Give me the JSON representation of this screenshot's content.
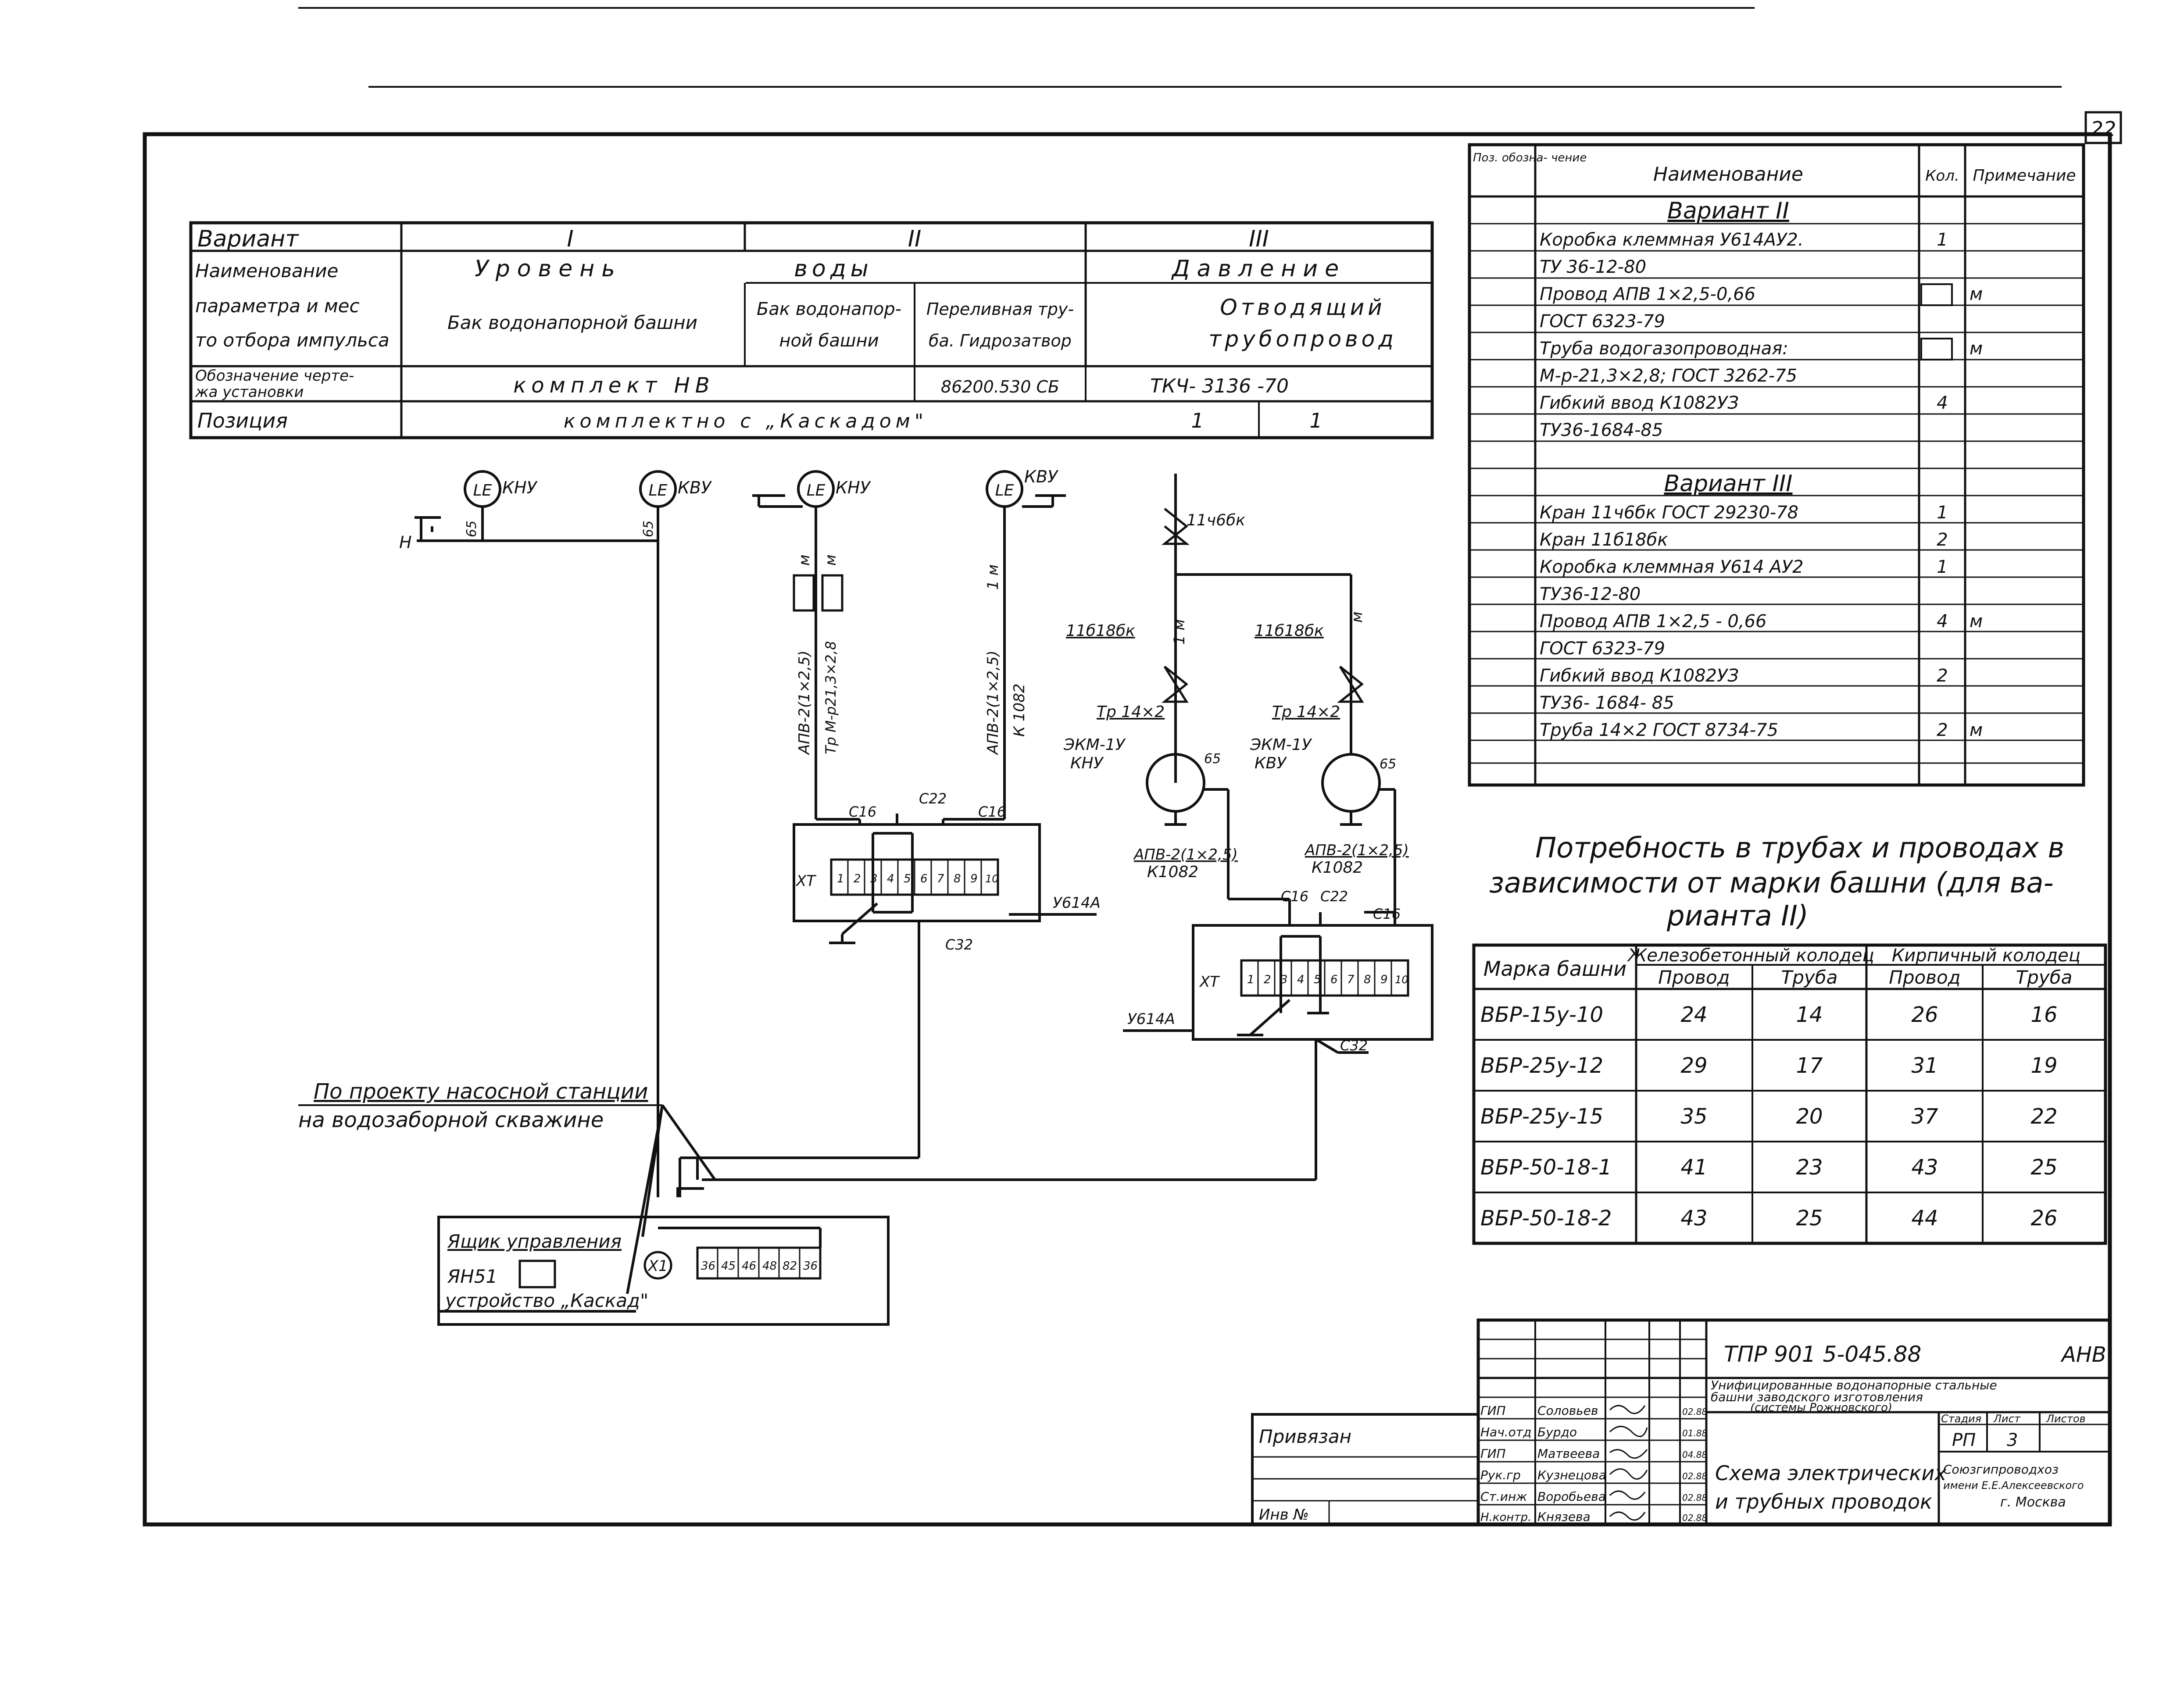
{
  "sheet_number": "22",
  "variant_table": {
    "headers": [
      "Вариант",
      "I",
      "II",
      "III"
    ],
    "param_label": [
      "Наименование",
      "параметра и мес",
      "то отбора импульса"
    ],
    "level_label": "Уровень",
    "water_label": "воды",
    "pressure_label": "Давление",
    "cells": {
      "tower_tank": "Бак водонапорной башни",
      "tank_b1": "Бак водонапор-",
      "tank_b2": "ной башни",
      "overflow1": "Переливная тру-",
      "overflow2": "ба. Гидрозатвор",
      "outlet1": "Отводящий",
      "outlet2": "трубопровод"
    },
    "drawing_label": [
      "Обозначение черте-",
      "жа установки"
    ],
    "drawing_set": "комплект НВ",
    "drawing_code": "86200.530 СБ",
    "drawing_tkc": "ТКЧ- 3136 -70",
    "position_label": "Позиция",
    "position_value": "комплектно с „Каскадом\"",
    "position_1": "1",
    "position_2": "1"
  },
  "spec_table": {
    "headers": [
      "Поз. обозна- чение",
      "Наименование",
      "Кол.",
      "Примечание"
    ],
    "variant2_title": "Вариант II",
    "variant3_title": "Вариант III",
    "rows_v2": [
      {
        "name": "Коробка клеммная У614АУ2.",
        "qty": "1",
        "note": ""
      },
      {
        "name": "ТУ 36-12-80",
        "qty": "",
        "note": ""
      },
      {
        "name": "Провод АПВ 1×2,5-0,66",
        "qty": "",
        "note": "м"
      },
      {
        "name": "ГОСТ 6323-79",
        "qty": "",
        "note": ""
      },
      {
        "name": "Труба водогазопроводная:",
        "qty": "",
        "note": "м"
      },
      {
        "name": "М-р-21,3×2,8; ГОСТ 3262-75",
        "qty": "",
        "note": ""
      },
      {
        "name": "Гибкий ввод К1082УЗ",
        "qty": "4",
        "note": ""
      },
      {
        "name": "ТУ36-1684-85",
        "qty": "",
        "note": ""
      }
    ],
    "rows_v3": [
      {
        "name": "Кран 11ч6бк ГОСТ 29230-78",
        "qty": "1",
        "note": ""
      },
      {
        "name": "Кран 11б18бк",
        "qty": "2",
        "note": ""
      },
      {
        "name": "Коробка клеммная У614 АУ2",
        "qty": "1",
        "note": ""
      },
      {
        "name": "ТУ36-12-80",
        "qty": "",
        "note": ""
      },
      {
        "name": "Провод АПВ 1×2,5 - 0,66",
        "qty": "4",
        "note": "м"
      },
      {
        "name": "ГОСТ 6323-79",
        "qty": "",
        "note": ""
      },
      {
        "name": "Гибкий ввод К1082УЗ",
        "qty": "2",
        "note": ""
      },
      {
        "name": "ТУ36- 1684- 85",
        "qty": "",
        "note": ""
      },
      {
        "name": "Труба 14×2 ГОСТ 8734-75",
        "qty": "2",
        "note": "м"
      }
    ]
  },
  "needs": {
    "title": [
      "Потребность в трубах и проводах в",
      "зависимости от марки башни (для ва-",
      "рианта II)"
    ],
    "col_mark": "Марка башни",
    "group1": "Железобетонный колодец",
    "group2": "Кирпичный колодец",
    "sub_wire": "Провод",
    "sub_pipe": "Труба",
    "rows": [
      {
        "mark": "ВБР-15у-10",
        "v": [
          "24",
          "14",
          "26",
          "16"
        ]
      },
      {
        "mark": "ВБР-25у-12",
        "v": [
          "29",
          "17",
          "31",
          "19"
        ]
      },
      {
        "mark": "ВБР-25у-15",
        "v": [
          "35",
          "20",
          "37",
          "22"
        ]
      },
      {
        "mark": "ВБР-50-18-1",
        "v": [
          "41",
          "23",
          "43",
          "25"
        ]
      },
      {
        "mark": "ВБР-50-18-2",
        "v": [
          "43",
          "25",
          "44",
          "26"
        ]
      }
    ]
  },
  "scheme": {
    "le": "LE",
    "sensor_knu": "КНУ",
    "sensor_kvu": "КВУ",
    "h_mark": "Н",
    "wire_65": "65",
    "m_label": "м",
    "one_m": "1 м",
    "cable_left1": "АПВ-2(1×2,5)",
    "cable_left2": "Тр М-р21,3×2,8",
    "cable_right1": "АПВ-2(1×2,5)",
    "cable_right2": "К 1082",
    "c16": "С16",
    "c22": "С22",
    "c32": "С32",
    "xt": "ХТ",
    "u614a": "У614А",
    "terminals": [
      "1",
      "2",
      "3",
      "4",
      "5",
      "6",
      "7",
      "8",
      "9",
      "10"
    ],
    "valve_main": "11ч6бк",
    "valve_1": "11б18бк",
    "pipe_14x2": "Тр 14×2",
    "ekm": "ЭКМ-1У",
    "cable_k1082_1": "АПВ-2(1×2,5)",
    "cable_k1082_2": "К1082",
    "pump_note1": "По проекту насосной станции",
    "pump_note2": "на водозаборной скважине",
    "box_label1": "Ящик управления",
    "box_label2": "ЯН51",
    "box_label3": "устройство „Каскад\"",
    "x1": "Х1",
    "box_terms": [
      "36",
      "45",
      "46",
      "48",
      "82",
      "36"
    ]
  },
  "title_block": {
    "code": "ТПР 901 5-045.88",
    "suffix": "АНВ",
    "desc1": "Унифицированные водонапорные стальные",
    "desc2": "башни заводского изготовления",
    "desc3": "(системы Рожновского)",
    "stage_h": "Стадия",
    "sheet_h": "Лист",
    "sheets_h": "Листов",
    "stage": "РП",
    "sheet": "3",
    "roles": [
      "ГИП",
      "Нач.отд",
      "ГИП",
      "Рук.гр",
      "Ст.инж",
      "Н.контр."
    ],
    "names": [
      "Соловьев",
      "Бурдо",
      "Матвеева",
      "Кузнецова",
      "Воробьева",
      "Князева"
    ],
    "dates": [
      "02.88",
      "01.88",
      "04.88",
      "02.88",
      "02.88",
      "02.88"
    ],
    "doc_title1": "Схема электрических",
    "doc_title2": "и трубных проводок",
    "org1": "Союзгипроводхоз",
    "org2": "имени Е.Е.Алексеевского",
    "org3": "г. Москва",
    "bound": "Привязан",
    "inv": "Инв № "
  }
}
